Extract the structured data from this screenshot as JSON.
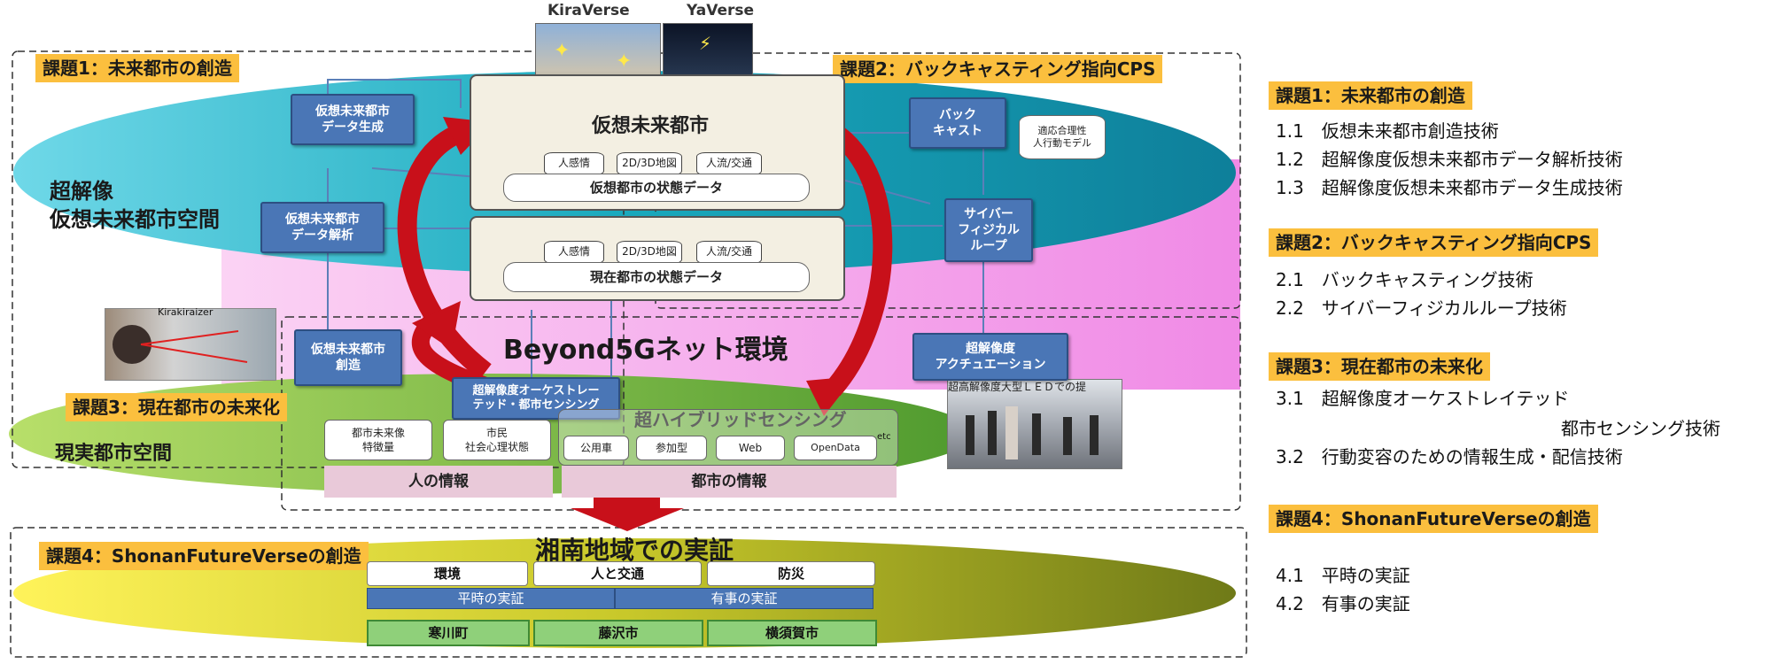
{
  "photos": {
    "kiraverse": "KiraVerse",
    "yaverse": "YaVerse",
    "kirakiraizer": "Kirakiraizer",
    "led": "超高解像度大型ＬＥＤでの提"
  },
  "labels": {
    "task1": "課題1：未来都市の創造",
    "task2": "課題2：バックキャスティング指向CPS",
    "task3": "課題3：現在都市の未来化",
    "task4": "課題4：ShonanFutureVerseの創造"
  },
  "spaces": {
    "virtual_line1": "超解像",
    "virtual_line2": "仮想未来都市空間",
    "real": "現実都市空間",
    "network": "Beyond5Gネット環境",
    "shonan": "湘南地域での実証"
  },
  "boxes": {
    "data_gen": "仮想未来都市\nデータ生成",
    "data_analysis": "仮想未来都市\nデータ解析",
    "creation": "仮想未来都市\n創造",
    "backcast": "バック\nキャスト",
    "cps_loop": "サイバー\nフィジカル\nループ",
    "actuation": "超解像度\nアクチュエーション",
    "orchestrated": "超解像度オーケストレー\nテッド・都市センシング",
    "adaptive_model": "適応合理性\n人行動モデル"
  },
  "virtual_city": {
    "title": "仮想未来都市",
    "state": "仮想都市の状態データ",
    "current_state": "現在都市の状態データ",
    "cylinders": [
      "人感情",
      "2D/3D地図",
      "人流/交通"
    ]
  },
  "sensing": {
    "title": "超ハイブリッドセンシング",
    "feature": "都市未来像\n特徴量",
    "citizen": "市民\n社会心理状態",
    "items": [
      "公用車",
      "参加型",
      "Web",
      "OpenData"
    ],
    "etc": "etc",
    "people_info": "人の情報",
    "city_info": "都市の情報"
  },
  "shonan_grid": {
    "topics": [
      "環境",
      "人と交通",
      "防災"
    ],
    "modes": [
      "平時の実証",
      "有事の実証"
    ],
    "places": [
      "寒川町",
      "藤沢市",
      "横須賀市"
    ]
  },
  "right_panel": {
    "task1": {
      "header": "課題1：未来都市の創造",
      "items": [
        "1.1　仮想未来都市創造技術",
        "1.2　超解像度仮想未来都市データ解析技術",
        "1.3　超解像度仮想未来都市データ生成技術"
      ]
    },
    "task2": {
      "header": "課題2：バックキャスティング指向CPS",
      "items": [
        "2.1　バックキャスティング技術",
        "2.2　サイバーフィジカルループ技術"
      ]
    },
    "task3": {
      "header": "課題3：現在都市の未来化",
      "items": [
        "3.1　超解像度オーケストレイテッド",
        "都市センシング技術",
        "3.2　行動変容のための情報生成・配信技術"
      ]
    },
    "task4": {
      "header": "課題4：ShonanFutureVerseの創造",
      "items": [
        "4.1　平時の実証",
        "4.2　有事の実証"
      ]
    }
  },
  "colors": {
    "orange": "#fbbf3e",
    "blue": "#4a76b6",
    "teal": "#1aa9b8",
    "green": "#6aa832",
    "red": "#d2141c",
    "pink": "#f5a9ea"
  }
}
